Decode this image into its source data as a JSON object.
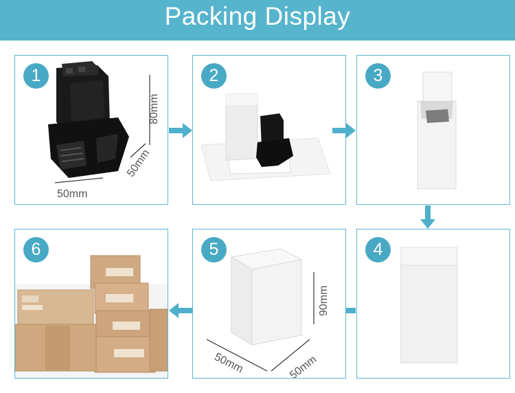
{
  "header": {
    "title": "Packing Display"
  },
  "steps": [
    {
      "number": "1"
    },
    {
      "number": "2"
    },
    {
      "number": "3"
    },
    {
      "number": "4"
    },
    {
      "number": "5"
    },
    {
      "number": "6"
    }
  ],
  "dimensions": {
    "step1": {
      "height": "80mm",
      "depth": "50mm",
      "width": "50mm"
    },
    "step5": {
      "height": "90mm",
      "width": "50mm",
      "depth": "50mm"
    }
  },
  "colors": {
    "accent": "#56b4cd",
    "circle": "#48a9c4",
    "arrow": "#4fb0cb"
  },
  "icons": {
    "arrow": "arrow-icon"
  }
}
